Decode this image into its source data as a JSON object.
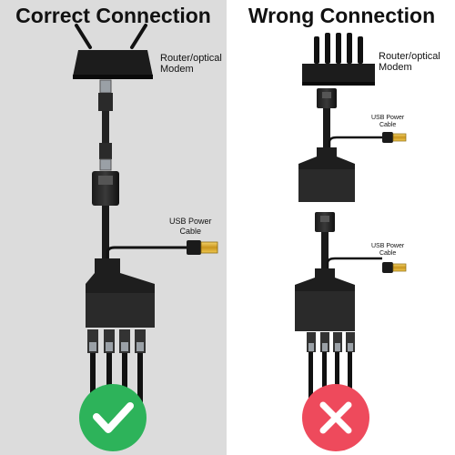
{
  "left": {
    "heading": "Correct Connection",
    "router_label_line1": "Router/optical",
    "router_label_line2": "Modem",
    "usb_label_line1": "USB Power",
    "usb_label_line2": "Cable",
    "status_icon": "check-icon",
    "status_color": "#2db35a"
  },
  "right": {
    "heading": "Wrong Connection",
    "router_label_line1": "Router/optical",
    "router_label_line2": "Modem",
    "usb1_label_line1": "USB Power",
    "usb1_label_line2": "Cable",
    "usb2_label_line1": "USB Power",
    "usb2_label_line2": "Cable",
    "status_icon": "cross-icon",
    "status_color": "#ee4a5c"
  }
}
